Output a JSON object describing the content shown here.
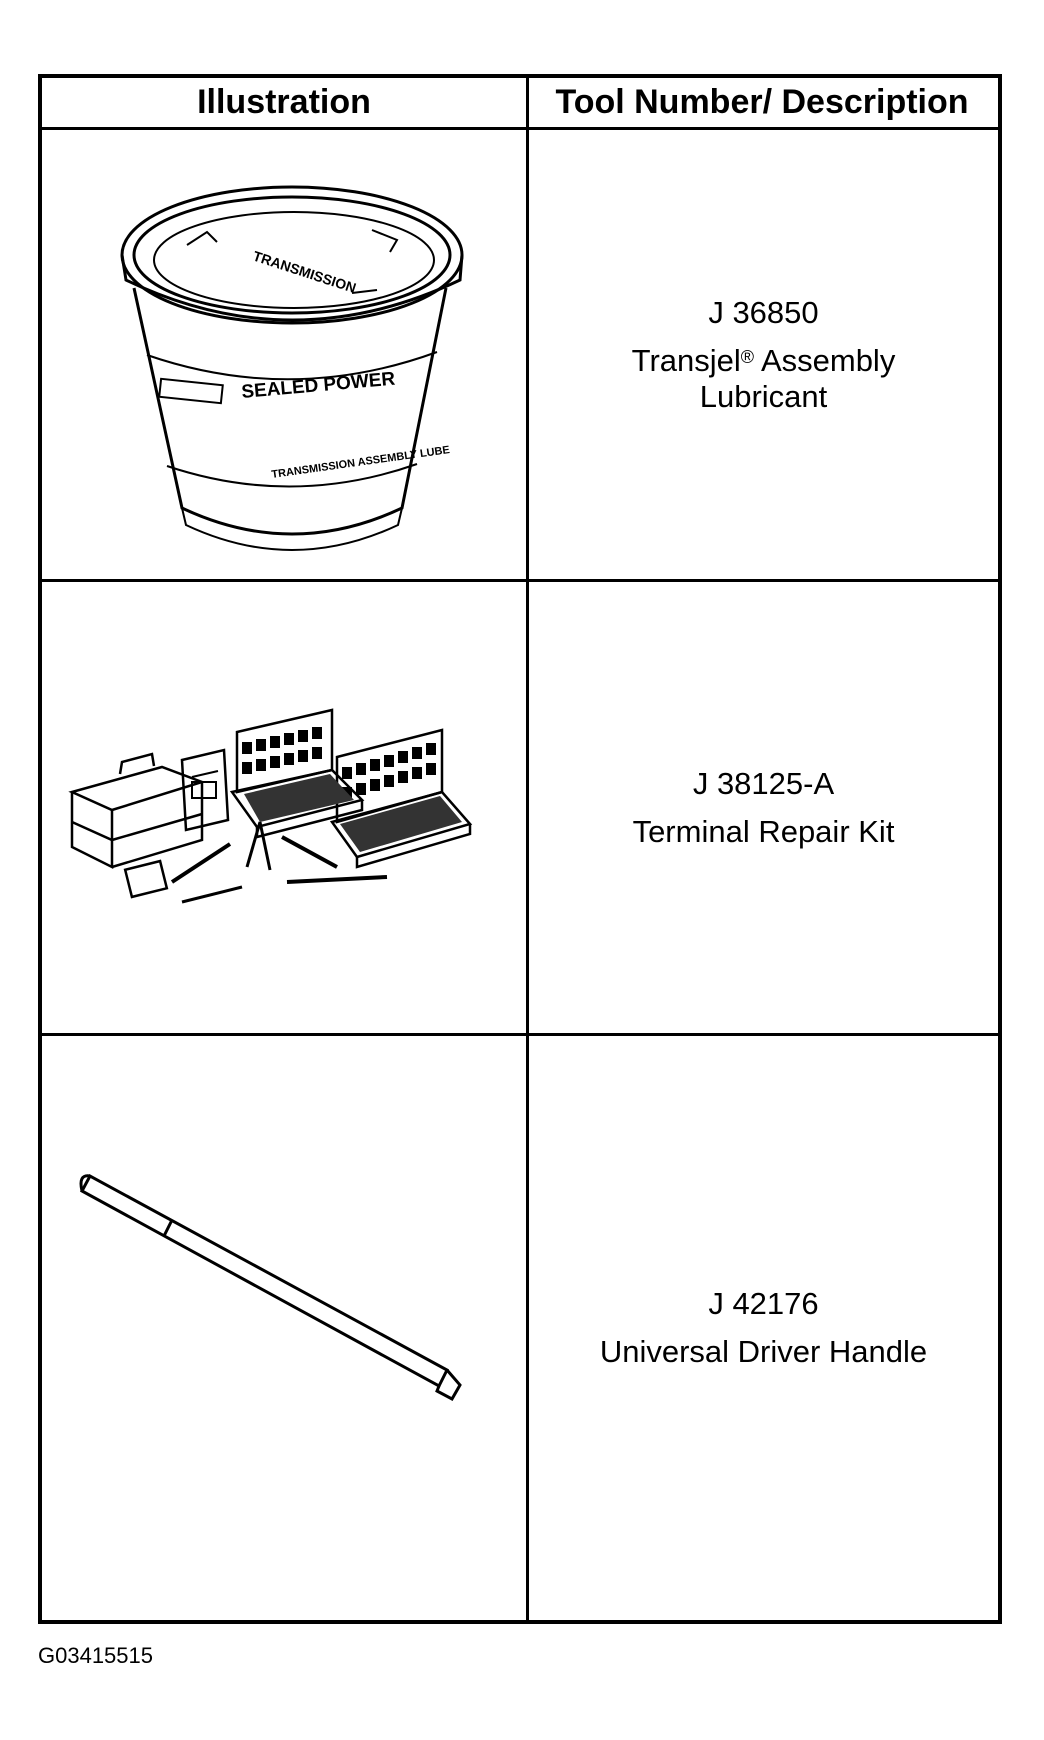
{
  "table": {
    "headers": {
      "illustration": "Illustration",
      "description": "Tool Number/ Description"
    },
    "rows": [
      {
        "tool_number": "J 36850",
        "description_part1": "Transjel",
        "registered_mark": "®",
        "description_part2": " Assembly",
        "description_line2": "Lubricant",
        "tub_label_top": "TRANSMISSION",
        "tub_label_brand": "SEALED POWER",
        "tub_label_bottom": "TRANSMISSION ASSEMBLY LUBE"
      },
      {
        "tool_number": "J 38125-A",
        "description": "Terminal Repair Kit"
      },
      {
        "tool_number": "J 42176",
        "description": "Universal Driver Handle"
      }
    ]
  },
  "figure_id": "G03415515"
}
